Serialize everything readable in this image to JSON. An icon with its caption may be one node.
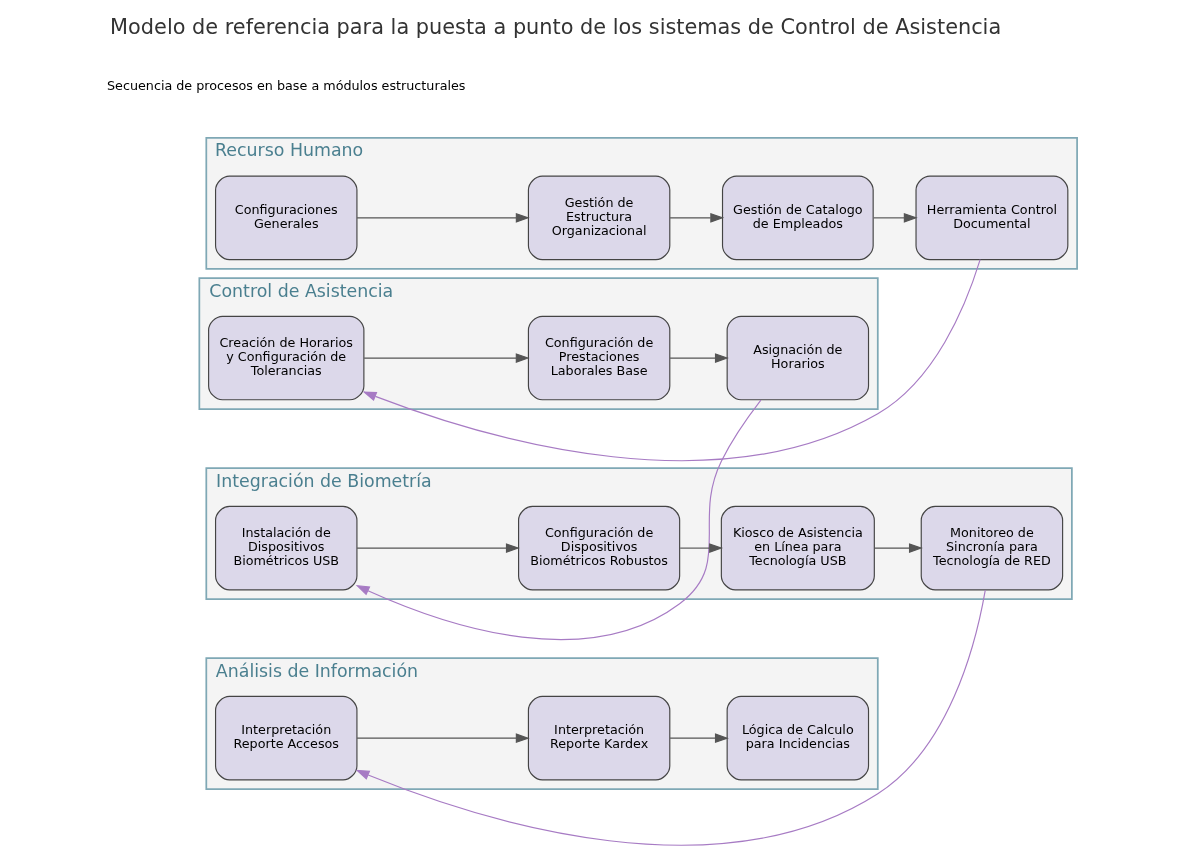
{
  "diagram": {
    "title": "Modelo de referencia para la puesta a punto de los sistemas de Control de Asistencia",
    "nodes": [
      {
        "text": [
          "Recurso Humano"
        ]
      },
      {
        "text": [
          "Configuraciones Generales"
        ],
        "in": 0
      },
      {
        "text": [
          "Gestión de Estructura Organizacional"
        ],
        "in": 0
      },
      {
        "text": [
          "Gestión de Catalogo de Empleados"
        ],
        "in": 0
      },
      {
        "text": [
          "Herramienta Control Documental"
        ],
        "in": 0
      },
      {
        "text": [
          "Control de Asistencia"
        ]
      },
      {
        "text": [
          "Creación de Horarios y Configuración de Tolerancias"
        ],
        "in": 5
      },
      {
        "text": [
          "Configuración de Prestaciones Laborales Base"
        ],
        "in": 5
      },
      {
        "text": [
          "Asignación de Horarios"
        ],
        "in": 5
      },
      {
        "text": [
          "Integración de Biometría"
        ]
      },
      {
        "text": [
          "Instalación de Dispositivos Biométricos USB"
        ],
        "in": 9
      },
      {
        "text": [
          "Configuración de Dispositivos Biométricos Robustos"
        ],
        "in": 9
      },
      {
        "text": [
          "Kiosco de Asistencia en Línea para Tecnología USB"
        ],
        "in": 9
      },
      {
        "text": [
          "Monitoreo de Sincronía para Tecnología de RED"
        ],
        "in": 9
      },
      {
        "text": [
          "Análisis de Información"
        ]
      },
      {
        "text": [
          "Interpretación Reporte Accesos"
        ],
        "in": 14
      },
      {
        "text": [
          "Interpretación Reporte Kardex"
        ],
        "in": 14
      },
      {
        "text": [
          "Lógica de Calculo para Incidencias"
        ],
        "in": 14
      }
    ],
    "edges": [
      {
        "from": 1,
        "to": 2,
        "arrow": "to"
      },
      {
        "from": 2,
        "to": 3,
        "arrow": "to"
      },
      {
        "from": 3,
        "to": 4,
        "arrow": "to"
      },
      {
        "from": 4,
        "to": 6,
        "arrow": "to",
        "color": "#a77bc4"
      },
      {
        "from": 6,
        "to": 7,
        "arrow": "to"
      },
      {
        "from": 7,
        "to": 8,
        "arrow": "to"
      },
      {
        "from": 8,
        "to": 10,
        "arrow": "to",
        "color": "#a77bc4"
      },
      {
        "from": 10,
        "to": 11,
        "arrow": "to"
      },
      {
        "from": 11,
        "to": 12,
        "arrow": "to"
      },
      {
        "from": 12,
        "to": 13,
        "arrow": "to"
      },
      {
        "from": 13,
        "to": 15,
        "arrow": "to",
        "color": "#a77bc4"
      },
      {
        "from": 15,
        "to": 16,
        "arrow": "to"
      },
      {
        "from": 16,
        "to": 17,
        "arrow": "to"
      }
    ],
    "labels": [
      "Secuencia de procesos en base a módulos estructurales"
    ]
  }
}
